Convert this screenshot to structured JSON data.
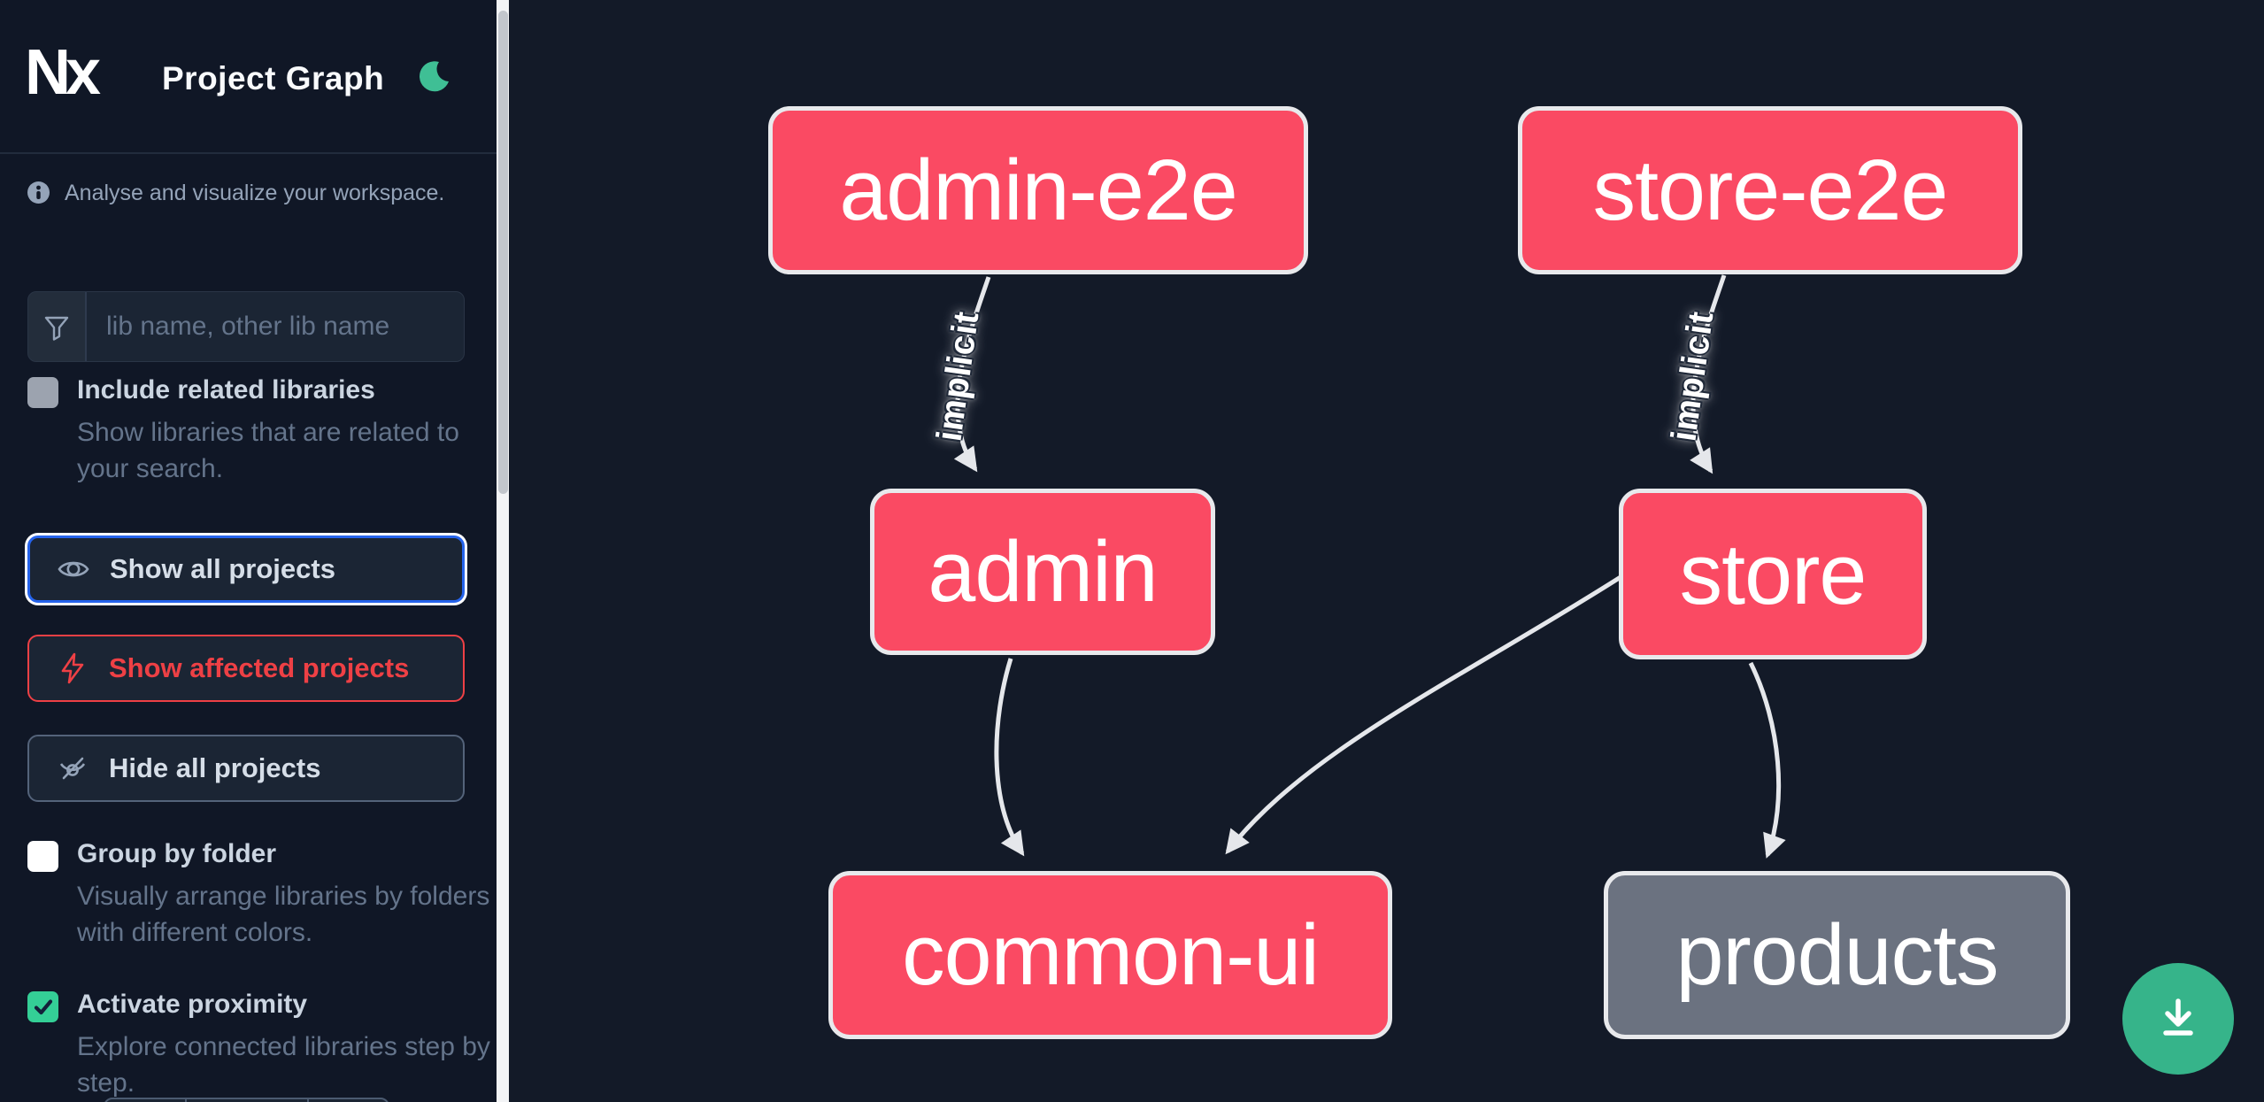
{
  "app": {
    "logo_text": "Nx",
    "title": "Project Graph"
  },
  "sidebar": {
    "info": "Analyse and visualize your workspace.",
    "search_placeholder": "lib name, other lib name",
    "include_related": {
      "label": "Include related libraries",
      "desc": "Show libraries that are related to your search.",
      "checked": false
    },
    "actions": {
      "show_all": "Show all projects",
      "show_affected": "Show affected projects",
      "hide_all": "Hide all projects"
    },
    "group_by_folder": {
      "label": "Group by folder",
      "desc": "Visually arrange libraries by folders with different colors.",
      "checked": false
    },
    "activate_proximity": {
      "label": "Activate proximity",
      "desc": "Explore connected libraries step by step.",
      "checked": true
    }
  },
  "graph": {
    "nodes": [
      {
        "id": "admin-e2e",
        "label": "admin-e2e",
        "status": "affected"
      },
      {
        "id": "store-e2e",
        "label": "store-e2e",
        "status": "affected"
      },
      {
        "id": "admin",
        "label": "admin",
        "status": "affected"
      },
      {
        "id": "store",
        "label": "store",
        "status": "affected"
      },
      {
        "id": "common-ui",
        "label": "common-ui",
        "status": "affected"
      },
      {
        "id": "products",
        "label": "products",
        "status": "unaffected"
      }
    ],
    "edges": [
      {
        "from": "admin-e2e",
        "to": "admin",
        "label": "implicit"
      },
      {
        "from": "store-e2e",
        "to": "store",
        "label": "implicit"
      },
      {
        "from": "admin",
        "to": "common-ui",
        "label": ""
      },
      {
        "from": "store",
        "to": "common-ui",
        "label": ""
      },
      {
        "from": "store",
        "to": "products",
        "label": ""
      }
    ]
  },
  "colors": {
    "affected_node": "#fa4a63",
    "unaffected_node": "#6b7280",
    "node_border": "#e8e9ec",
    "edge": "#e5e7eb",
    "accent_blue": "#2563eb",
    "accent_red": "#ee4045",
    "accent_green": "#34cf96",
    "download_green": "#36b48a",
    "sidebar_bg": "#101726",
    "canvas_bg": "#131a28"
  },
  "icons": {
    "theme": "moon-icon",
    "info": "info-icon",
    "search": "funnel-icon",
    "show_all": "eye-icon",
    "show_affected": "bolt-icon",
    "hide_all": "eye-off-icon",
    "download": "download-icon"
  }
}
